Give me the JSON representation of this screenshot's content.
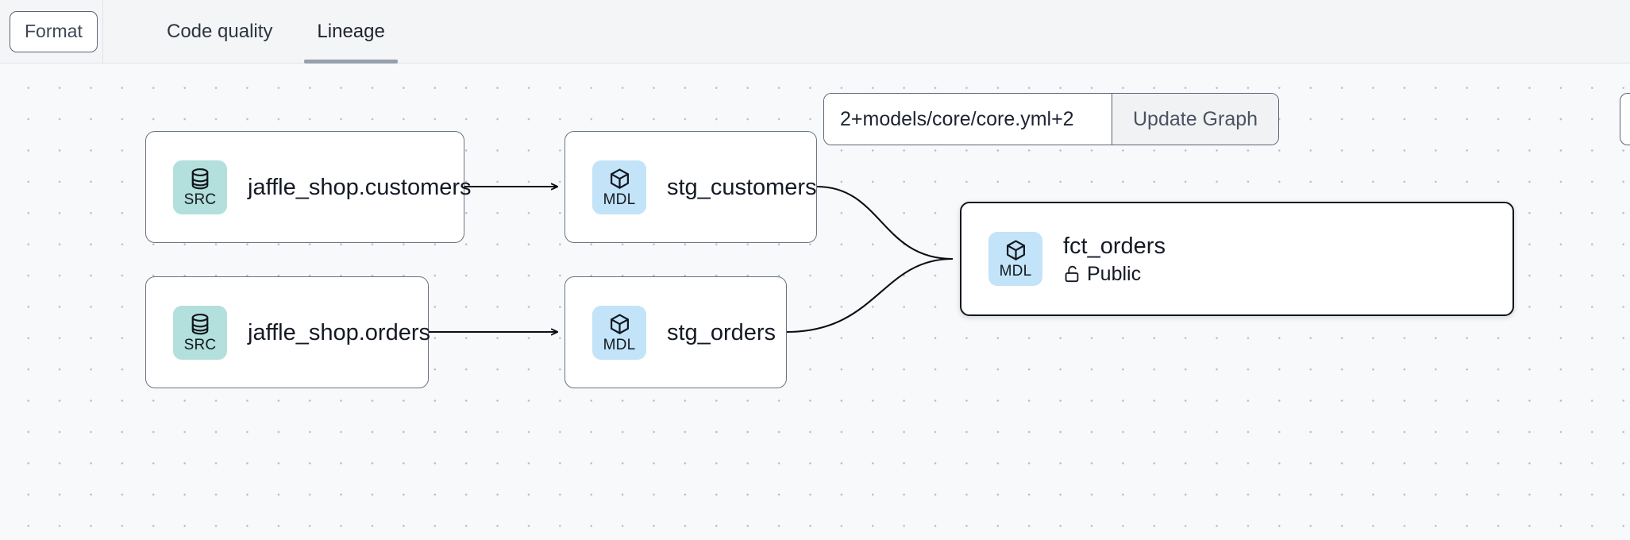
{
  "toolbar": {
    "format_label": "Format",
    "tabs": [
      {
        "label": "Code quality",
        "active": false
      },
      {
        "label": "Lineage",
        "active": true
      }
    ]
  },
  "graph_controls": {
    "selector_value": "2+models/core/core.yml+2",
    "selector_placeholder": "2+models/core/core.yml+2",
    "update_graph_label": "Update Graph"
  },
  "lineage": {
    "nodes": [
      {
        "id": "jaffle_shop_customers",
        "title": "jaffle_shop.customers",
        "badge_label": "SRC",
        "badge_type": "src",
        "badge_icon": "database-icon",
        "subtitle": null,
        "selected": false
      },
      {
        "id": "stg_customers",
        "title": "stg_customers",
        "badge_label": "MDL",
        "badge_type": "mdl",
        "badge_icon": "cube-icon",
        "subtitle": null,
        "selected": false
      },
      {
        "id": "jaffle_shop_orders",
        "title": "jaffle_shop.orders",
        "badge_label": "SRC",
        "badge_type": "src",
        "badge_icon": "database-icon",
        "subtitle": null,
        "selected": false
      },
      {
        "id": "stg_orders",
        "title": "stg_orders",
        "badge_label": "MDL",
        "badge_type": "mdl",
        "badge_icon": "cube-icon",
        "subtitle": null,
        "selected": false
      },
      {
        "id": "fct_orders",
        "title": "fct_orders",
        "badge_label": "MDL",
        "badge_type": "mdl",
        "badge_icon": "cube-icon",
        "subtitle": "Public",
        "subtitle_icon": "unlock-icon",
        "selected": true
      }
    ],
    "edges": [
      {
        "from": "jaffle_shop_customers",
        "to": "stg_customers"
      },
      {
        "from": "jaffle_shop_orders",
        "to": "stg_orders"
      },
      {
        "from": "stg_customers",
        "to": "fct_orders"
      },
      {
        "from": "stg_orders",
        "to": "fct_orders"
      }
    ]
  },
  "colors": {
    "src_badge": "#b3dfdc",
    "mdl_badge": "#c3e3f8",
    "canvas_bg": "#f8f9fb",
    "toolbar_bg": "#f4f5f7",
    "node_border": "#6b7280",
    "selected_border": "#11161f",
    "active_tab_underline": "#97a0af",
    "edge": "#0b0e14"
  }
}
